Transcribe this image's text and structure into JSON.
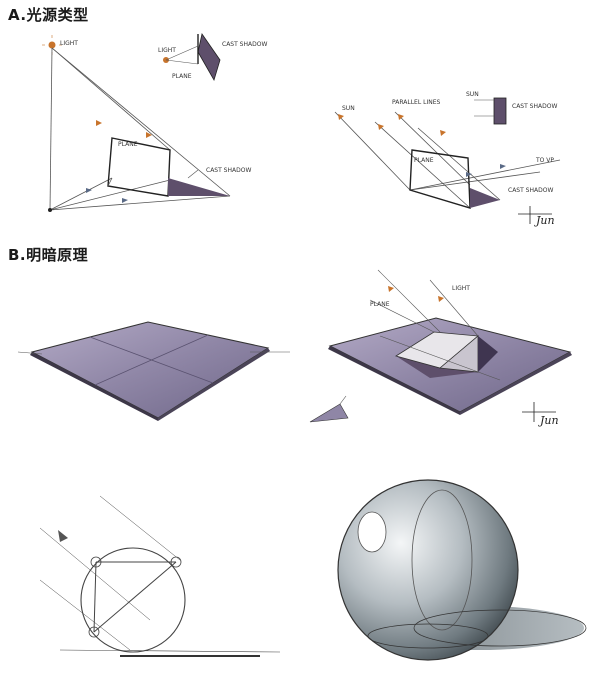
{
  "section_a": {
    "title": "A.光源类型"
  },
  "section_b": {
    "title": "B.明暗原理"
  },
  "annotations": {
    "light": "LIGHT",
    "sun": "SUN",
    "parallel_lines": "PARALLEL LINES",
    "cast_shadow": "CAST SHADOW",
    "plane": "PLANE",
    "to_vp": "TO VP",
    "signature": "Jun"
  },
  "colors": {
    "shadow": "#5e4f6b",
    "plane": "#8f86a6",
    "arrow_light": "#c8742c",
    "arrow_shadow": "#5a6a86",
    "sphere": "#8c969c"
  }
}
